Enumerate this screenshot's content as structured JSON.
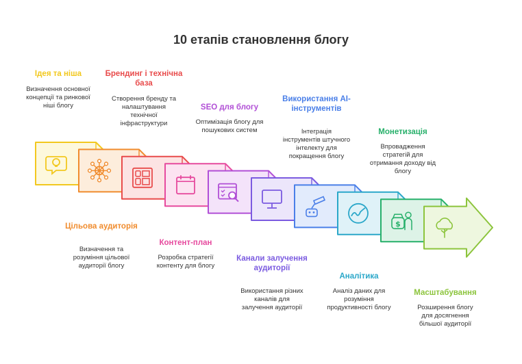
{
  "title": "10 етапів становлення блогу",
  "steps": [
    {
      "title": "Ідея та ніша",
      "desc": "Визначення основної концепції та ринкової ніші блогу",
      "color": "#f2c81e",
      "fill": "#fdf8dd",
      "icon": "lightbulb-chat-icon"
    },
    {
      "title": "Цільова аудиторія",
      "desc": "Визначення та розуміння цільової аудиторії блогу",
      "color": "#f08c2e",
      "fill": "#fdeddc",
      "icon": "target-audience-icon"
    },
    {
      "title": "Брендинг і технічна база",
      "desc": "Створення бренду та налаштування технічної інфраструктури",
      "color": "#e84b4b",
      "fill": "#fce3e3",
      "icon": "server-rack-icon"
    },
    {
      "title": "Контент-план",
      "desc": "Розробка стратегії контенту для блогу",
      "color": "#e64a9e",
      "fill": "#fce3f1",
      "icon": "calendar-icon"
    },
    {
      "title": "SEO для блогу",
      "desc": "Оптимізація блогу для пошукових систем",
      "color": "#b14fd6",
      "fill": "#f4e3fa",
      "icon": "web-search-icon"
    },
    {
      "title": "Канали залучення аудиторії",
      "desc": "Використання різних каналів для залучення аудиторії",
      "color": "#7b5be0",
      "fill": "#ece6fb",
      "icon": "monitor-icon"
    },
    {
      "title": "Використання AI-інструментів",
      "desc": "Інтеграція інструментів штучного інтелекту для покращення блогу",
      "color": "#4a7fe8",
      "fill": "#e2ebfc",
      "icon": "robot-camera-icon"
    },
    {
      "title": "Аналітика",
      "desc": "Аналіз даних для розуміння продуктивності блогу",
      "color": "#2aa7c9",
      "fill": "#dff2f8",
      "icon": "line-chart-icon"
    },
    {
      "title": "Монетизація",
      "desc": "Впровадження стратегій для отримання доходу від блогу",
      "color": "#27b06a",
      "fill": "#ddf3e7",
      "icon": "money-bag-icon"
    },
    {
      "title": "Масштабування",
      "desc": "Розширення блогу для досягнення більшої аудиторії",
      "color": "#8cc43c",
      "fill": "#eef7df",
      "icon": "tree-growth-icon"
    }
  ]
}
